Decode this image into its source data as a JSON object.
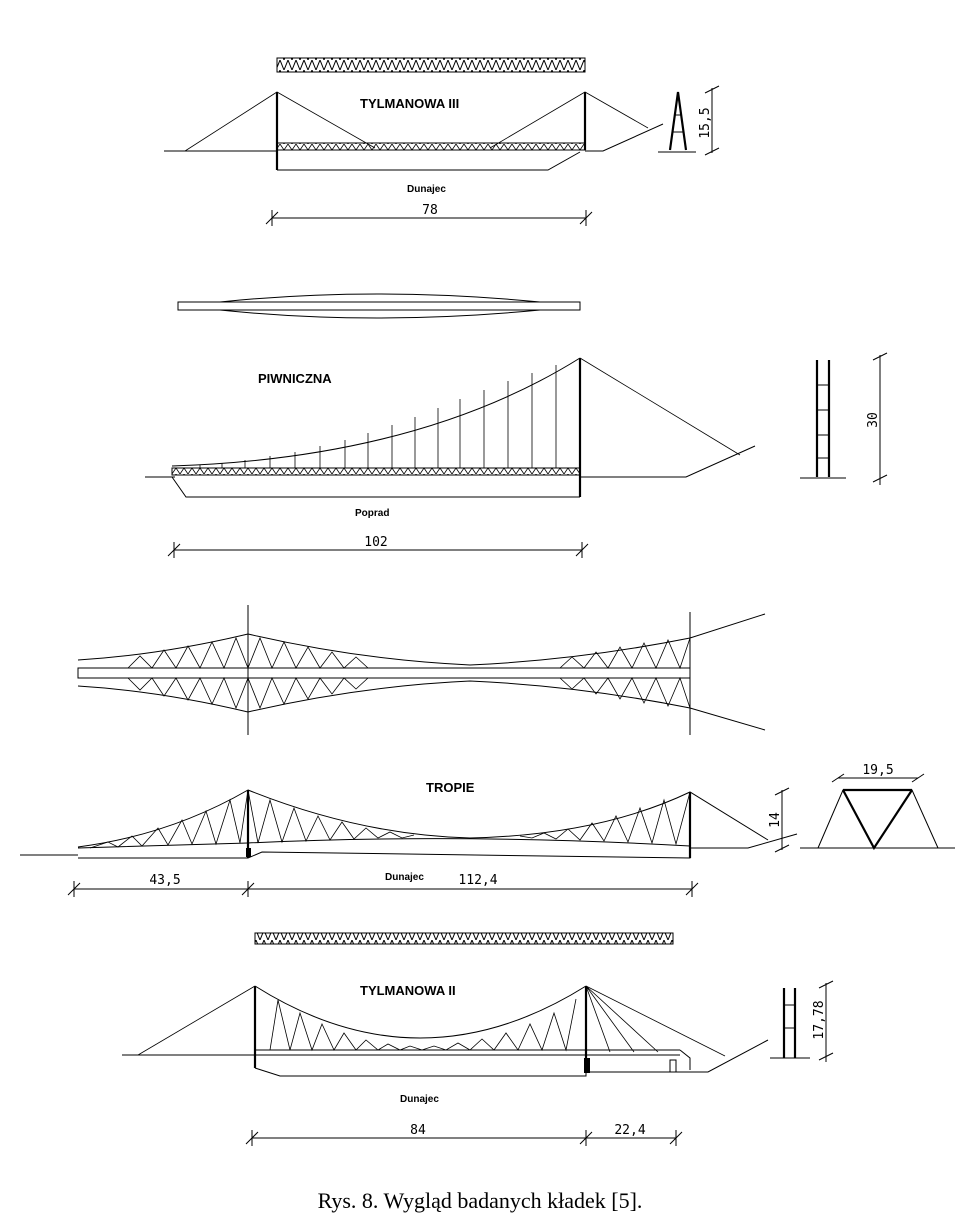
{
  "bridges": {
    "tylmanowa3": {
      "name": "TYLMANOWA III",
      "river": "Dunajec",
      "span": "78",
      "tower_height": "15,5"
    },
    "piwniczna": {
      "name": "PIWNICZNA",
      "river": "Poprad",
      "span": "102",
      "tower_height": "30"
    },
    "tropie": {
      "name": "TROPIE",
      "river": "Dunajec",
      "span_left": "43,5",
      "span_main": "112,4",
      "tower_height": "14",
      "tower_width": "19,5"
    },
    "tylmanowa2": {
      "name": "TYLMANOWA II",
      "river": "Dunajec",
      "span_main": "84",
      "span_side": "22,4",
      "tower_height": "17,78"
    }
  },
  "caption": "Rys. 8. Wygląd badanych kładek [5]."
}
